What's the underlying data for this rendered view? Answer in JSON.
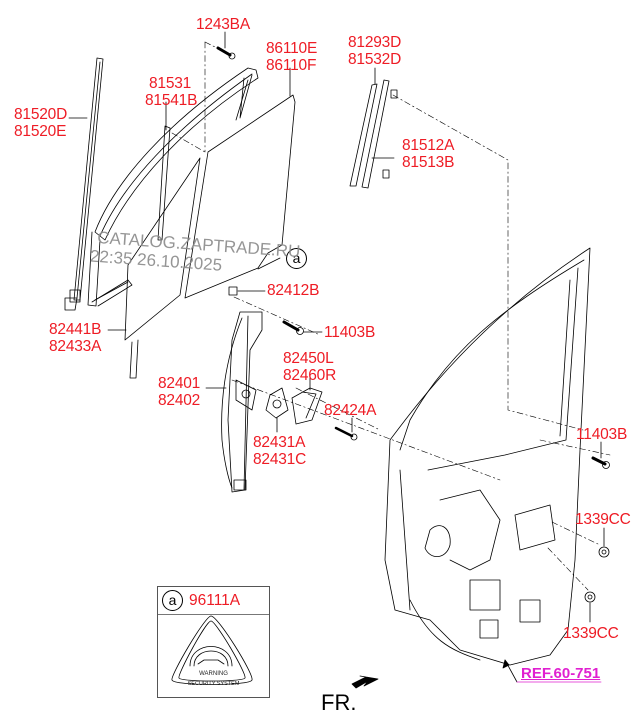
{
  "diagram": {
    "title": "Front door panel, window glass, regulator exploded view",
    "watermark": {
      "line1": "CATALOG.ZAPTRADE.RU",
      "line2": "22:35 26.10.2025"
    },
    "colors": {
      "part_label": "#ee1c25",
      "reference_link": "#e020d0",
      "line_art": "#000000",
      "watermark": "#8a8a8a"
    },
    "labels": {
      "p1243BA": [
        "1243BA"
      ],
      "p86110": [
        "86110E",
        "86110F"
      ],
      "p81531": [
        "81531",
        "81541B"
      ],
      "p81520": [
        "81520D",
        "81520E"
      ],
      "p81293": [
        "81293D",
        "81532D"
      ],
      "p81512": [
        "81512A",
        "81513B"
      ],
      "p82412B": [
        "82412B"
      ],
      "p82441": [
        "82441B",
        "82433A"
      ],
      "p11403B_top": [
        "11403B"
      ],
      "p82450": [
        "82450L",
        "82460R"
      ],
      "p82401": [
        "82401",
        "82402"
      ],
      "p82424A": [
        "82424A"
      ],
      "p82431": [
        "82431A",
        "82431C"
      ],
      "p11403B_right": [
        "11403B"
      ],
      "p1339CC_upper": [
        "1339CC"
      ],
      "p1339CC_lower": [
        "1339CC"
      ]
    },
    "callout_letter": "a",
    "legend_box": {
      "callout": "a",
      "part_number": "96111A",
      "sticker_text_1": "WARNING",
      "sticker_text_2": "SECURITY SYSTEM"
    },
    "reference": "REF.60-751",
    "direction": "FR."
  }
}
